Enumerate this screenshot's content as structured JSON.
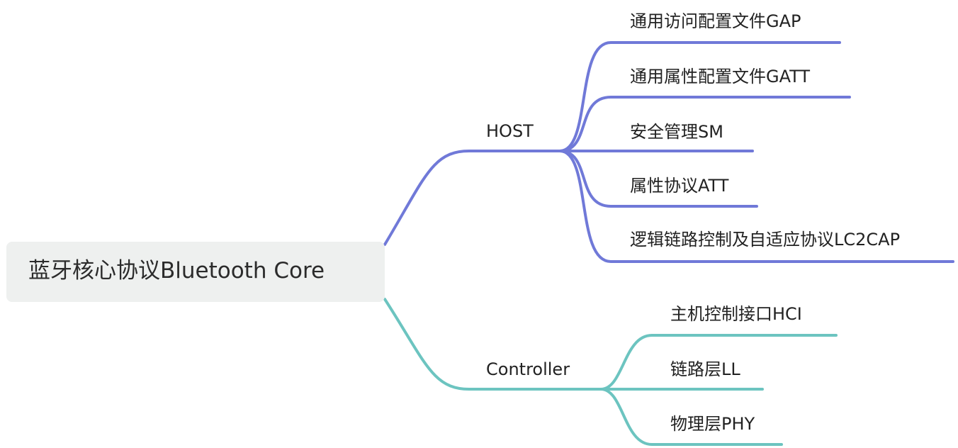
{
  "root": {
    "label": "蓝牙核心协议Bluetooth Core"
  },
  "branches": [
    {
      "label": "HOST",
      "color": "#7079d8",
      "children": [
        {
          "label": "通用访问配置文件GAP"
        },
        {
          "label": "通用属性配置文件GATT"
        },
        {
          "label": "安全管理SM"
        },
        {
          "label": "属性协议ATT"
        },
        {
          "label": "逻辑链路控制及自适应协议LC2CAP"
        }
      ]
    },
    {
      "label": "Controller",
      "color": "#6cc4c0",
      "children": [
        {
          "label": "主机控制接口HCI"
        },
        {
          "label": "链路层LL"
        },
        {
          "label": "物理层PHY"
        }
      ]
    }
  ]
}
